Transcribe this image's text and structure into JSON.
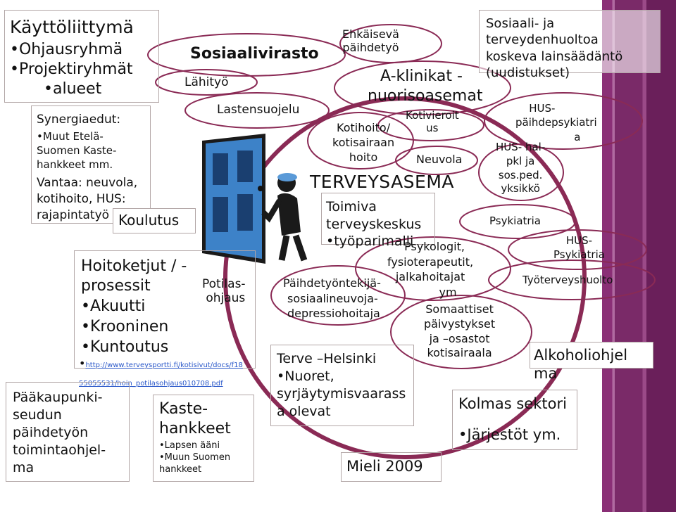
{
  "colors": {
    "ellipse": "#8a2a55",
    "boxBorder": "#b2a6a6",
    "stripe": "#7a2a68",
    "link": "#2a58c9"
  },
  "kayttoliittyma": {
    "title": "Käyttöliittymä",
    "items": [
      "Ohjausryhmä",
      "Projektiryhmät"
    ],
    "sub": "alueet"
  },
  "synergia": {
    "l1": "Synergiaedut:",
    "l2": "Muut Etelä-",
    "l3": "Suomen Kaste-",
    "l4": "hankkeet mm.",
    "l5": "Vantaa: neuvola,",
    "l6": "kotihoito, HUS:",
    "l7": "rajapintatyö"
  },
  "koulutus": "Koulutus",
  "sosiaalivirasto": "Sosiaalivirasto",
  "lahityo": "Lähityö",
  "lastensuojelu": "Lastensuojelu",
  "hoitoketjut": {
    "l1": "Hoitoketjut / -",
    "l2": "prosessit",
    "items": [
      "Akuutti",
      "Krooninen",
      "Kuntoutus"
    ],
    "link1": "http://www.terveysportti.fi/kotisivut/docs/f18",
    "link2": "55055531/hoin_potilasohjaus010708.pdf"
  },
  "potilasohjaus": {
    "l1": "Potilas-",
    "l2": "ohjaus"
  },
  "paakaupunki": {
    "l1": "Pääkaupunki-",
    "l2": "seudun",
    "l3": "päihdetyön",
    "l4": "toimintaohjel-",
    "l5": "ma"
  },
  "kaste": {
    "l1": "Kaste-",
    "l2": "hankkeet",
    "items": [
      "Lapsen ääni",
      "Muun Suomen"
    ],
    "l3": "hankkeet"
  },
  "ehkaiseva": {
    "l1": "Ehkäisevä",
    "l2": "päihdetyö"
  },
  "aklinikat": {
    "l1": "A-klinikat -",
    "l2": "nuorisoasemat"
  },
  "kotihoito": {
    "l1": "Kotihoito/",
    "l2": "kotisairaan",
    "l3": "hoito"
  },
  "kotivierailut": {
    "l1": "Kotivieroit",
    "l2": "us"
  },
  "neuvola": "Neuvola",
  "terveysasema": "TERVEYSASEMA",
  "toimiva": {
    "l1": "Toimiva",
    "l2": "terveyskeskus",
    "item": "työparimalli"
  },
  "psykologit": {
    "l1": "Psykologit,",
    "l2": "fysioterapeutit,",
    "l3": "jalkahoitajat",
    "l4": "ym"
  },
  "paihdetyontekija": {
    "l1": "Päihdetyöntekijä-",
    "l2": "sosiaalineuvoja-",
    "l3": "depressiohoitaja"
  },
  "somaattiset": {
    "l1": "Somaattiset",
    "l2": "päivystykset",
    "l3": "ja –osastot",
    "l4": "kotisairaala"
  },
  "terve": {
    "l1": "Terve –Helsinki",
    "item": "Nuoret,",
    "l2": "syrjäytymisvaarass",
    "l3": "a olevat"
  },
  "mieli": "Mieli 2009",
  "lainsaadanto": {
    "l1": "Sosiaali- ja",
    "l2": "terveydenhuoltoa",
    "l3": "koskeva lainsäädäntö",
    "l4": "(uudistukset)"
  },
  "huspaihde": {
    "l1": "HUS-",
    "l2": "päihdepsykiatri",
    "l3": "a"
  },
  "hushal": {
    "l1": "HUS- hal-",
    "l2": "pkl ja",
    "l3": "sos.ped.",
    "l4": "yksikkö"
  },
  "psykiatria": "Psykiatria",
  "huspsyk": {
    "l1": "HUS-",
    "l2": "Psykiatria"
  },
  "tyoterveys": "Työterveyshuolto",
  "alkoholi": {
    "l1": "Alkoholiohjel",
    "l2": "ma"
  },
  "kolmas": {
    "title": "Kolmas sektori",
    "item": "Järjestöt ym."
  }
}
